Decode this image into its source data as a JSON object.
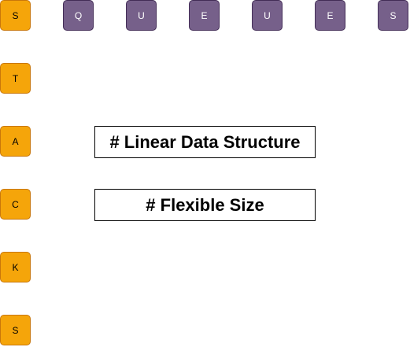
{
  "colors": {
    "stack_fill": "#f5a50a",
    "stack_border": "#c9770a",
    "queue_fill": "#76608a",
    "queue_border": "#432d57",
    "queue_text": "#ffffff"
  },
  "stack_letters": [
    "S",
    "T",
    "A",
    "C",
    "K",
    "S"
  ],
  "queue_letters": [
    "Q",
    "U",
    "E",
    "U",
    "E",
    "S"
  ],
  "labels": {
    "linear": "# Linear Data Structure",
    "flexible": "# Flexible Size"
  }
}
